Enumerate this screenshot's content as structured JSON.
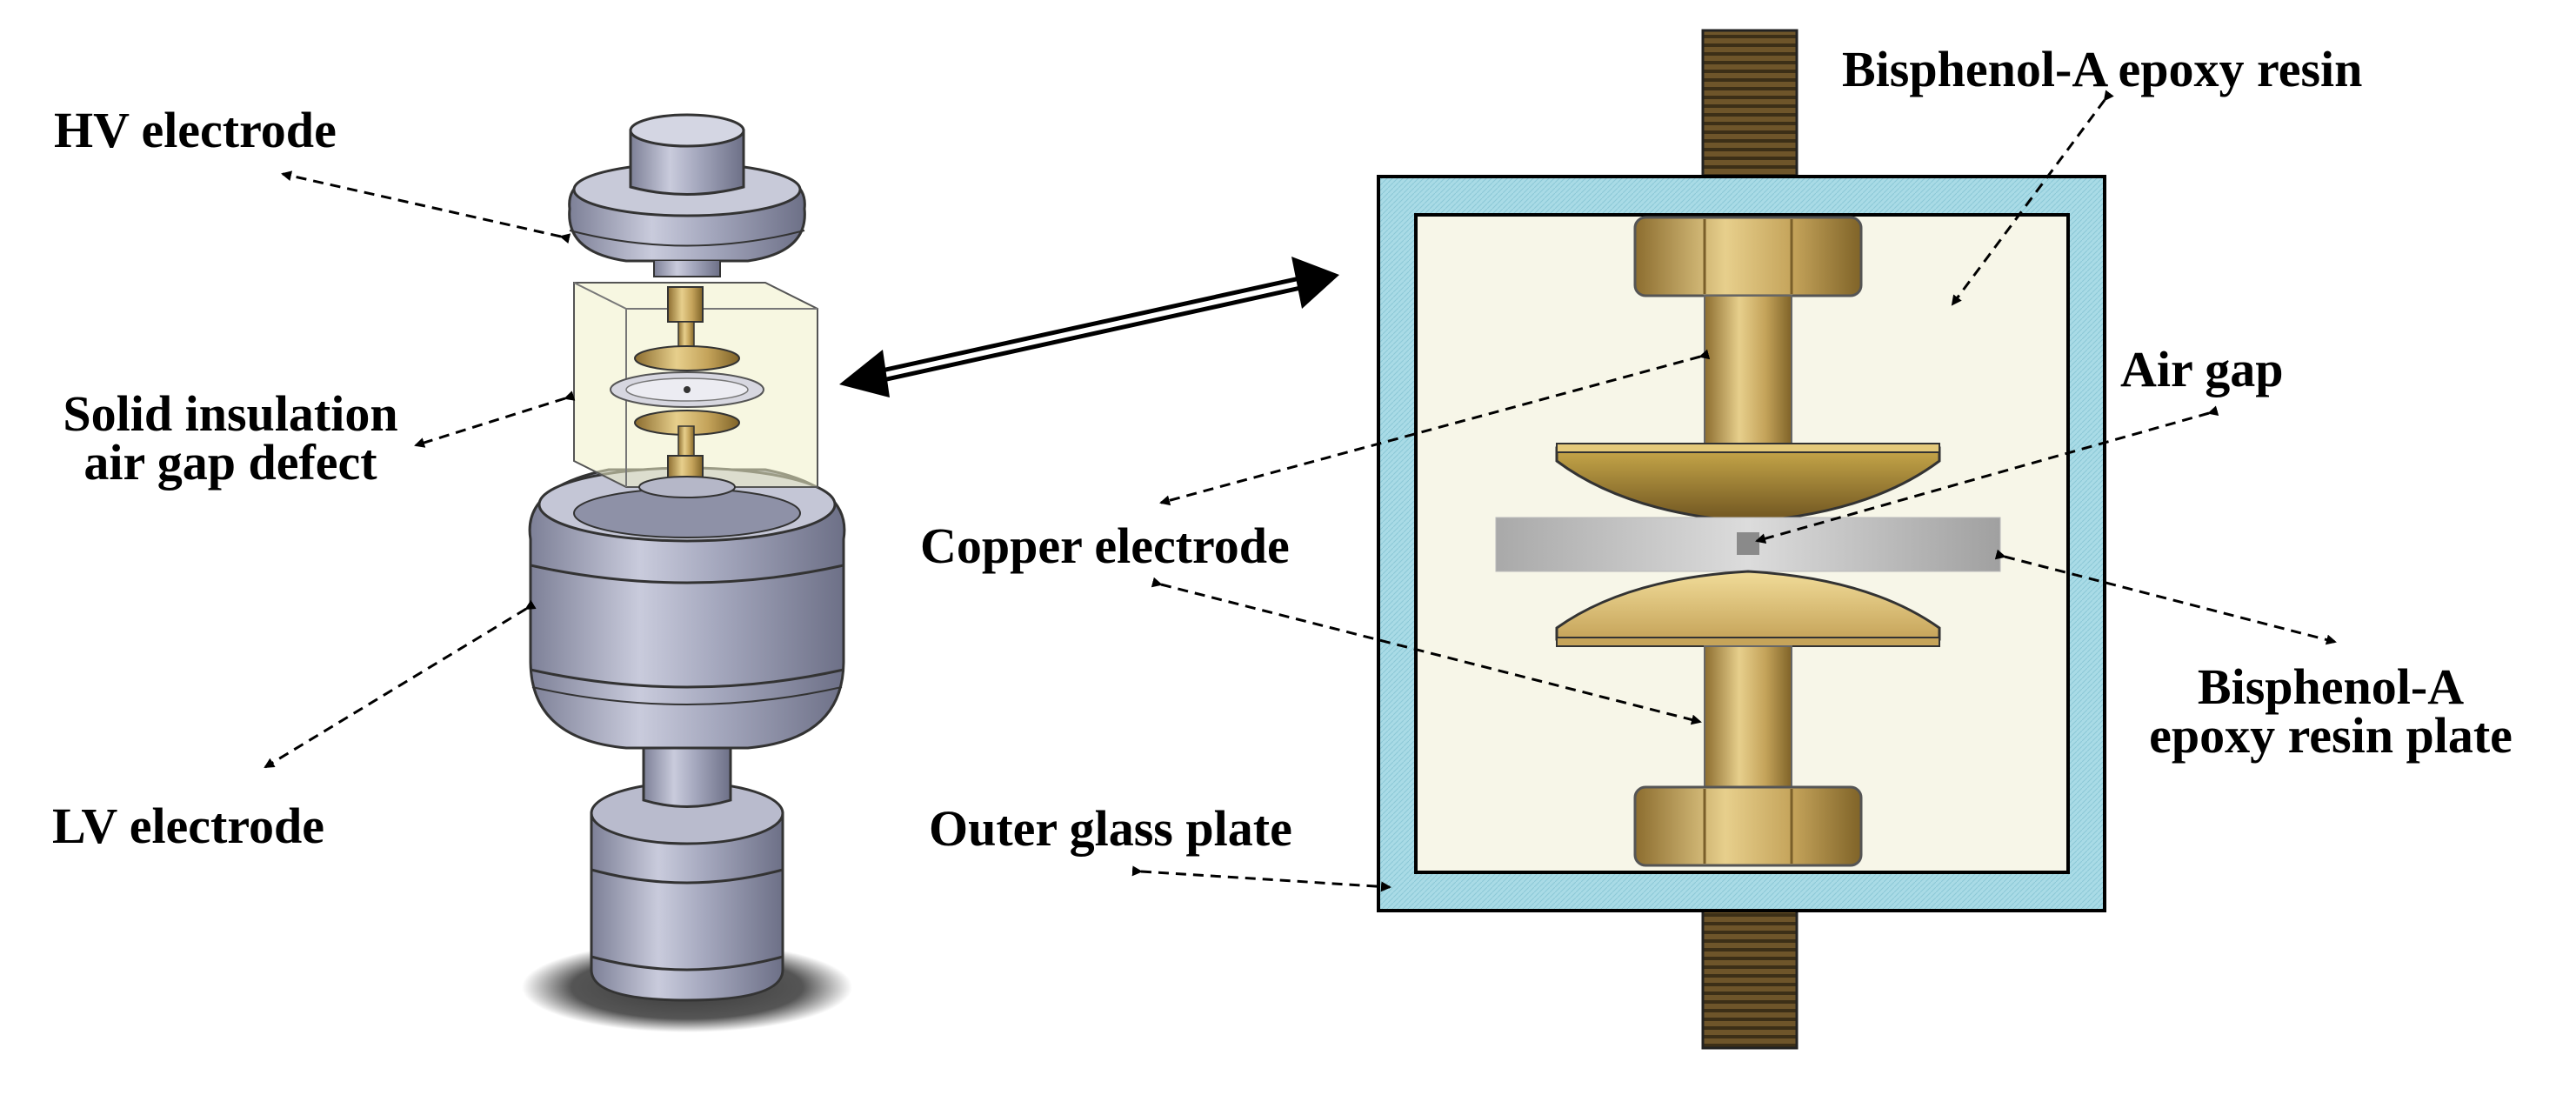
{
  "labels": {
    "hv_electrode": "HV electrode",
    "solid_insulation_line1": "Solid insulation",
    "solid_insulation_line2": "air gap defect",
    "lv_electrode": "LV electrode",
    "epoxy_resin": "Bisphenol-A epoxy resin",
    "air_gap": "Air gap",
    "copper_electrode": "Copper electrode",
    "epoxy_plate_line1": "Bisphenol-A",
    "epoxy_plate_line2": "epoxy resin plate",
    "outer_glass_plate": "Outer glass plate"
  },
  "colors": {
    "metal": "#a9abbf",
    "brass": "#c9a85c",
    "glass_frame": "#a8d8e4",
    "resin_fill": "#f7f6e8",
    "rod": "#7a6032"
  }
}
